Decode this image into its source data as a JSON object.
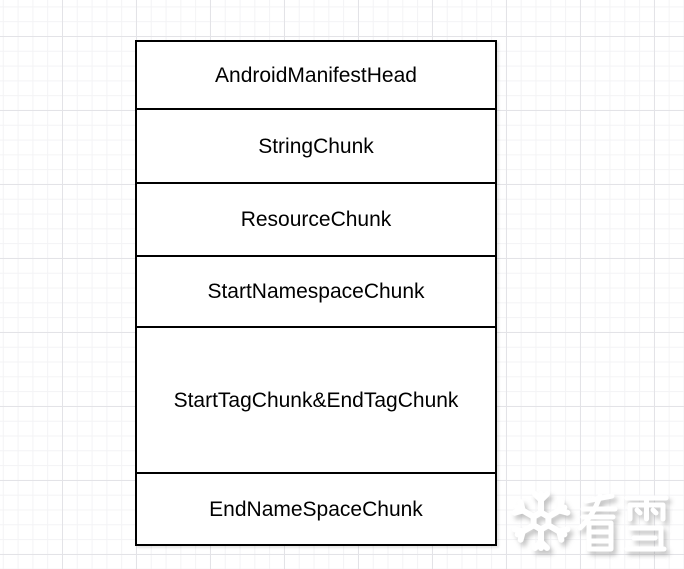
{
  "canvas": {
    "background": "#ffffff",
    "grid_minor_color": "#f3f3f5",
    "grid_major_color": "#e3e3e7"
  },
  "diagram": {
    "border_color": "#000000",
    "fill_color": "#ffffff",
    "text_color": "#000000",
    "cells": [
      {
        "label": "AndroidManifestHead"
      },
      {
        "label": "StringChunk"
      },
      {
        "label": "ResourceChunk"
      },
      {
        "label": "StartNamespaceChunk"
      },
      {
        "label": "StartTagChunk&EndTagChunk"
      },
      {
        "label": "EndNameSpaceChunk"
      }
    ]
  },
  "watermark": {
    "text": "看雪",
    "icon": "snowflake-icon",
    "color": "#ffffff"
  }
}
